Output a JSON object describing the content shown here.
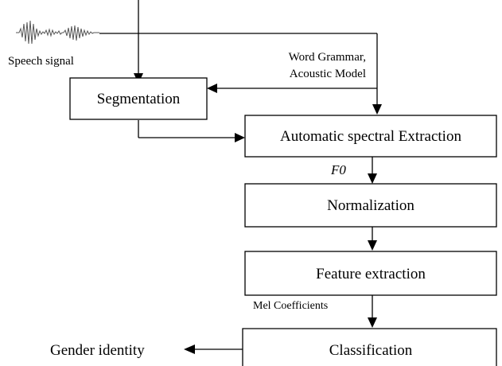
{
  "speech_signal": {
    "label": "Speech signal",
    "waveform_icon": "speech-waveform-icon"
  },
  "model_note": {
    "line1": "Word Grammar,",
    "line2": "Acoustic Model"
  },
  "boxes": {
    "segmentation": "Segmentation",
    "spectral_extraction": "Automatic spectral Extraction",
    "normalization": "Normalization",
    "feature_extraction": "Feature extraction",
    "classification": "Classification"
  },
  "edge_labels": {
    "f0": "F0",
    "mel": "Mel Coefficients"
  },
  "output": {
    "label": "Gender identity"
  }
}
